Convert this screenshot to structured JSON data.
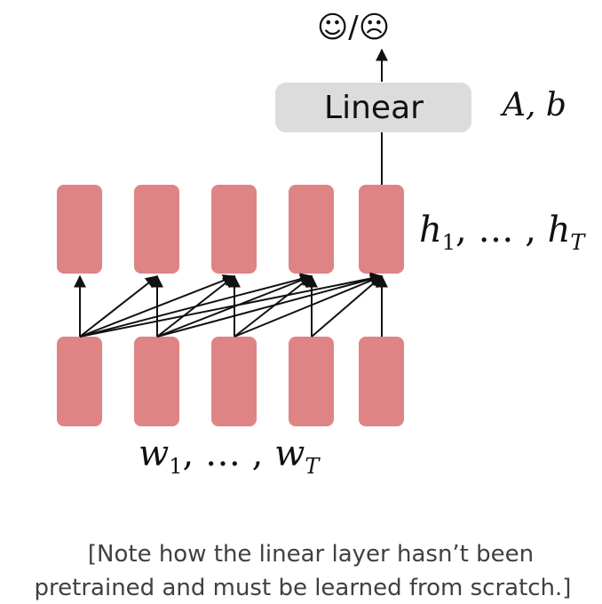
{
  "output_label": "☺/☹",
  "linear_layer": {
    "label": "Linear",
    "params_label": "A, b"
  },
  "hidden_states": {
    "count": 5,
    "label_var": "h",
    "label_first_sub": "1",
    "label_sep": ", … , ",
    "label_last_sub": "T"
  },
  "inputs": {
    "count": 5,
    "label_var": "w",
    "label_first_sub": "1",
    "label_sep": ", … , ",
    "label_last_sub": "T"
  },
  "note": {
    "line1": "[Note how the linear layer hasn’t been",
    "line2": "pretrained and must be learned from scratch.]"
  },
  "colors": {
    "token_block": "#df8485",
    "linear_box": "#dcdcdc",
    "arrows": "#111111",
    "note_text": "#404040"
  }
}
